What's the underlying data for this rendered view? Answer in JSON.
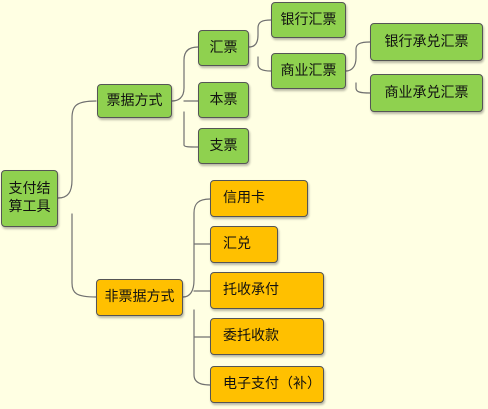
{
  "colors": {
    "background": "#ffffe3",
    "bill_branch": "#8fd14f",
    "non_bill_branch": "#ffc000",
    "line": "#707070"
  },
  "diagram": {
    "root": "支付结算工具",
    "branches": [
      {
        "label": "票据方式",
        "children": [
          {
            "label": "汇票",
            "children": [
              {
                "label": "银行汇票"
              },
              {
                "label": "商业汇票",
                "children": [
                  {
                    "label": "银行承兑汇票"
                  },
                  {
                    "label": "商业承兑汇票"
                  }
                ]
              }
            ]
          },
          {
            "label": "本票"
          },
          {
            "label": "支票"
          }
        ]
      },
      {
        "label": "非票据方式",
        "children": [
          {
            "label": "信用卡"
          },
          {
            "label": "汇兑"
          },
          {
            "label": "托收承付"
          },
          {
            "label": "委托收款"
          },
          {
            "label": "电子支付（补）"
          }
        ]
      }
    ]
  }
}
